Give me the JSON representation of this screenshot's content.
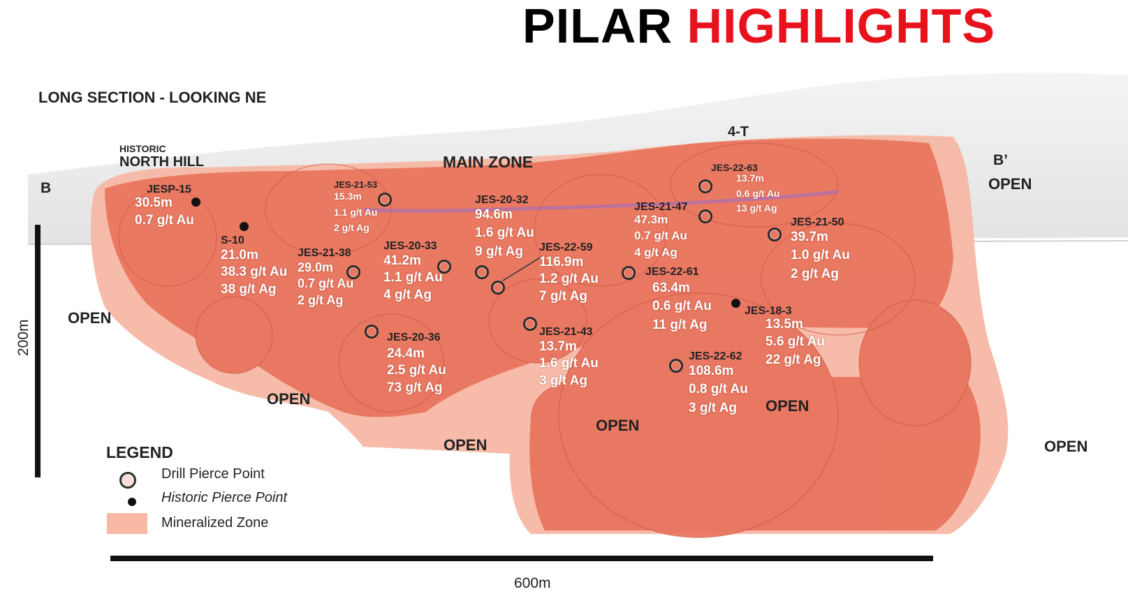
{
  "title": {
    "word1": "PILAR",
    "word2": "HIGHLIGHTS"
  },
  "colors": {
    "title_black": "#000000",
    "title_red": "#e8121c",
    "zone_fill": "#f7b8a4",
    "shell_fill": "#e8735c"
  },
  "section_label": "LONG SECTION - LOOKING NE",
  "historic_label": {
    "line1": "HISTORIC",
    "line2": "NORTH HILL"
  },
  "zone_labels": {
    "main_zone": "MAIN ZONE",
    "four_t": "4-T"
  },
  "section_ends": {
    "left": "B",
    "right": "B’"
  },
  "open_label": "OPEN",
  "drill_holes": [
    {
      "id": "JESP-15",
      "interval": "30.5m",
      "gold": "0.7 g/t Au"
    },
    {
      "id": "S-10",
      "interval": "21.0m",
      "gold": "38.3 g/t Au",
      "silver": "38 g/t Ag"
    },
    {
      "id": "JES-21-53",
      "interval": "15.3m",
      "gold": "1.1 g/t Au",
      "silver": "2 g/t Ag"
    },
    {
      "id": "JES-21-38",
      "interval": "29.0m",
      "gold": "0.7 g/t Au",
      "silver": "2 g/t Ag"
    },
    {
      "id": "JES-20-33",
      "interval": "41.2m",
      "gold": "1.1 g/t Au",
      "silver": "4 g/t Ag"
    },
    {
      "id": "JES-20-32",
      "interval": "94.6m",
      "gold": "1.6 g/t Au",
      "silver": "9 g/t Ag"
    },
    {
      "id": "JES-22-59",
      "interval": "116.9m",
      "gold": "1.2 g/t Au",
      "silver": "7 g/t Ag"
    },
    {
      "id": "JES-20-36",
      "interval": "24.4m",
      "gold": "2.5 g/t Au",
      "silver": "73 g/t Ag"
    },
    {
      "id": "JES-21-43",
      "interval": "13.7m",
      "gold": "1.6 g/t Au",
      "silver": "3 g/t Ag"
    },
    {
      "id": "JES-21-47",
      "interval": "47.3m",
      "gold": "0.7 g/t Au",
      "silver": "4 g/t Ag"
    },
    {
      "id": "JES-22-63",
      "interval": "13.7m",
      "gold": "0.6 g/t Au",
      "silver": "13 g/t Ag"
    },
    {
      "id": "JES-22-61",
      "interval": "63.4m",
      "gold": "0.6 g/t Au",
      "silver": "11 g/t Ag"
    },
    {
      "id": "JES-21-50",
      "interval": "39.7m",
      "gold": "1.0 g/t Au",
      "silver": "2 g/t Ag"
    },
    {
      "id": "JES-18-3",
      "interval": "13.5m",
      "gold": "5.6 g/t Au",
      "silver": "22 g/t Ag"
    },
    {
      "id": "JES-22-62",
      "interval": "108.6m",
      "gold": "0.8 g/t Au",
      "silver": "3 g/t Ag"
    }
  ],
  "legend": {
    "title": "LEGEND",
    "items": [
      {
        "label": "Drill Pierce Point",
        "icon": "drill-pierce-icon"
      },
      {
        "label": "Historic Pierce Point",
        "icon": "historic-pierce-icon"
      },
      {
        "label": "Mineralized Zone",
        "icon": "mineralized-zone-swatch"
      }
    ]
  },
  "scale": {
    "vertical": "200m",
    "horizontal": "600m"
  }
}
